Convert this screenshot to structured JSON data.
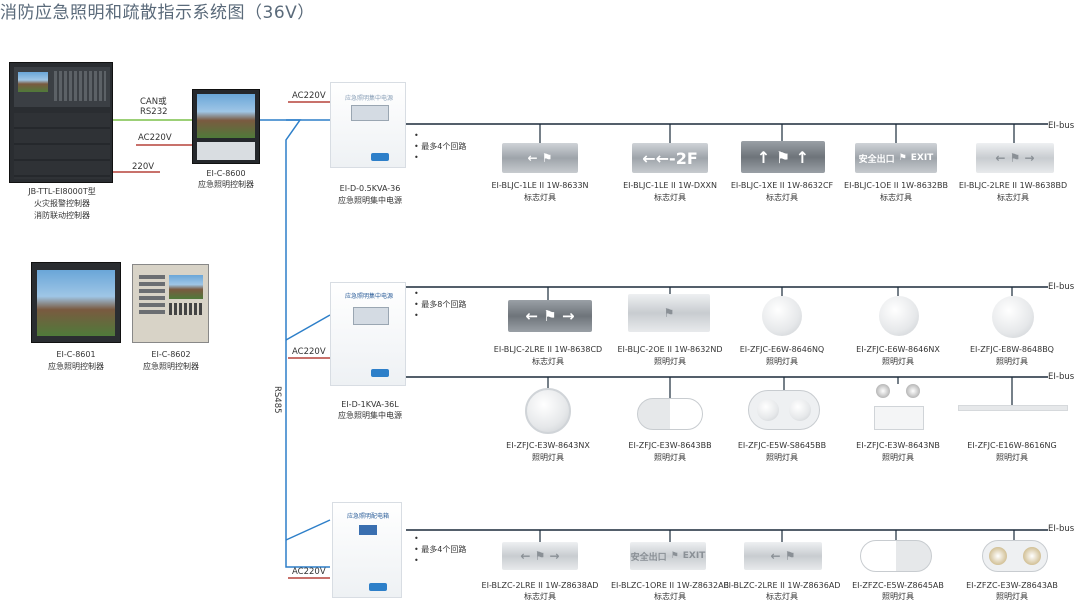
{
  "title": "消防应急照明和疏散指示系统图（36V）",
  "left_devices": {
    "main_panel": {
      "name": "JB-TTL-EI8000T型",
      "line2": "火灾报警控制器",
      "line3": "消防联动控制器"
    },
    "c8600": {
      "model": "EI-C-8600",
      "name": "应急照明控制器"
    },
    "c8601": {
      "model": "EI-C-8601",
      "name": "应急照明控制器"
    },
    "c8602": {
      "model": "EI-C-8602",
      "name": "应急照明控制器"
    }
  },
  "wire_labels": {
    "can": "CAN或",
    "rs232": "RS232",
    "ac220_a": "AC220V",
    "v220": "220V",
    "ac220_top": "AC220V",
    "ac220_mid": "AC220V",
    "ac220_bot": "AC220V",
    "rs485": "RS485"
  },
  "power_units": {
    "p1": {
      "model": "EI-D-0.5KVA-36",
      "name": "应急照明集中电源",
      "panel_text": "应急照明集中电源",
      "circuits": "最多4个回路"
    },
    "p2": {
      "model": "EI-D-1KVA-36L",
      "name": "应急照明集中电源",
      "panel_text": "应急照明集中电源",
      "circuits": "最多8个回路"
    },
    "p3": {
      "panel_text": "应急照明配电箱",
      "circuits": "最多4个回路"
    }
  },
  "bus_label": "EI-bus",
  "row1": [
    {
      "model": "EI-BLJC-1LE II 1W-8633N",
      "type": "标志灯具"
    },
    {
      "model": "EI-BLJC-1LE II 1W-DXXN",
      "type": "标志灯具",
      "sign_text": "←←-2F"
    },
    {
      "model": "EI-BLJC-1XE II 1W-8632CF",
      "type": "标志灯具"
    },
    {
      "model": "EI-BLJC-1OE II 1W-8632BB",
      "type": "标志灯具",
      "sign_text_a": "安全出口",
      "sign_text_b": "EXIT"
    },
    {
      "model": "EI-BLJC-2LRE II 1W-8638BD",
      "type": "标志灯具"
    }
  ],
  "row2": [
    {
      "model": "EI-BLJC-2LRE II 1W-8638CD",
      "type": "标志灯具"
    },
    {
      "model": "EI-BLJC-2OE II 1W-8632ND",
      "type": "照明灯具"
    },
    {
      "model": "EI-ZFJC-E6W-8646NQ",
      "type": "照明灯具"
    },
    {
      "model": "EI-ZFJC-E6W-8646NX",
      "type": "照明灯具"
    },
    {
      "model": "EI-ZFJC-E8W-8648BQ",
      "type": "照明灯具"
    }
  ],
  "row3": [
    {
      "model": "EI-ZFJC-E3W-8643NX",
      "type": "照明灯具"
    },
    {
      "model": "EI-ZFJC-E3W-8643BB",
      "type": "照明灯具"
    },
    {
      "model": "EI-ZFJC-E5W-S8645BB",
      "type": "照明灯具"
    },
    {
      "model": "EI-ZFJC-E3W-8643NB",
      "type": "照明灯具"
    },
    {
      "model": "EI-ZFJC-E16W-8616NG",
      "type": "照明灯具"
    }
  ],
  "row4": [
    {
      "model": "EI-BLZC-2LRE II 1W-Z8638AD",
      "type": "标志灯具"
    },
    {
      "model": "EI-BLZC-1ORE II 1W-Z8632AB",
      "type": "标志灯具",
      "sign_text_a": "安全出口",
      "sign_text_b": "EXIT"
    },
    {
      "model": "EI-BLZC-2LRE II 1W-Z8636AD",
      "type": "标志灯具"
    },
    {
      "model": "EI-ZFZC-E5W-Z8645AB",
      "type": "照明灯具"
    },
    {
      "model": "EI-ZFZC-E3W-Z8643AB",
      "type": "照明灯具"
    }
  ],
  "colors": {
    "bus": "#1b2a3a",
    "rs485": "#2d7fc9",
    "can": "#7cc04a",
    "ac": "#b5423a"
  }
}
